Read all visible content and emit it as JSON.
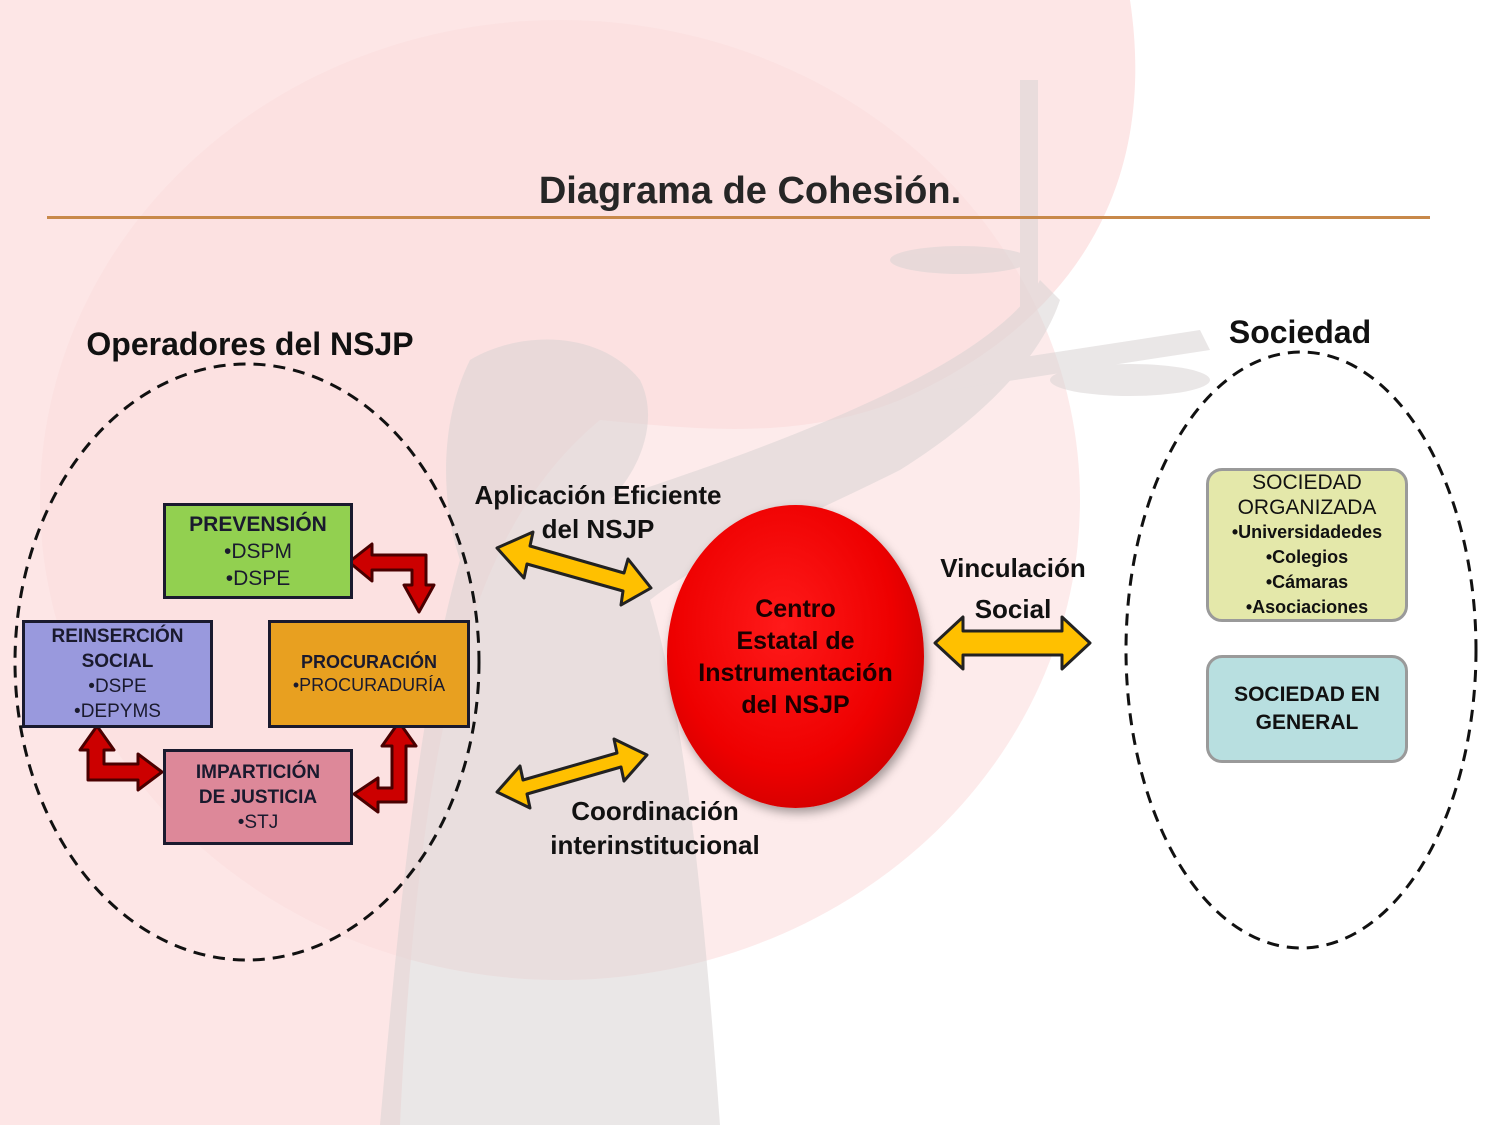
{
  "title": "Diagrama de Cohesión.",
  "left_group": {
    "label": "Operadores del NSJP",
    "prevencion": {
      "title": "PREVENSIÓN",
      "items": [
        "•DSPM",
        "•DSPE"
      ]
    },
    "reinsercion": {
      "title_line1": "REINSERCIÓN",
      "title_line2": "SOCIAL",
      "items": [
        "•DSPE",
        "•DEPYMS"
      ]
    },
    "procuracion": {
      "title": "PROCURACIÓN",
      "items": [
        "•PROCURADURÍA"
      ]
    },
    "imparticion": {
      "title_line1": "IMPARTICIÓN",
      "title_line2": "DE JUSTICIA",
      "items": [
        "•STJ"
      ]
    }
  },
  "center": {
    "lines": [
      "Centro",
      "Estatal de",
      "Instrumentación",
      "del NSJP"
    ]
  },
  "links": {
    "top_left": [
      "Aplicación Eficiente",
      "del NSJP"
    ],
    "bottom_left": [
      "Coordinación",
      "interinstitucional"
    ],
    "right": [
      "Vinculación",
      "Social"
    ]
  },
  "right_group": {
    "label": "Sociedad",
    "organizada": {
      "title_line1": "SOCIEDAD",
      "title_line2": "ORGANIZADA",
      "items": [
        "•Universidadedes",
        "•Colegios",
        "•Cámaras",
        "•Asociaciones"
      ]
    },
    "general": {
      "title_line1": "SOCIEDAD EN",
      "title_line2": "GENERAL"
    }
  },
  "colors": {
    "prevencion": "#92d050",
    "reinsercion": "#9999dd",
    "procuracion": "#e8a020",
    "imparticion": "#dd8899",
    "organizada": "#e4e8aa",
    "general": "#b8dfe0",
    "arrow_gold": "#ffc000",
    "arrow_red": "#cc0000"
  }
}
